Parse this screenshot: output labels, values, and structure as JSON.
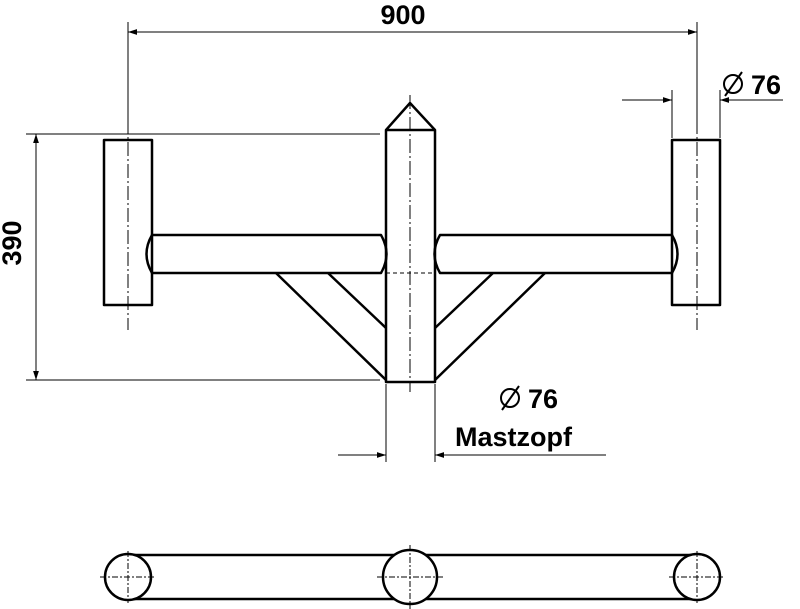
{
  "dimensions": {
    "width": "900",
    "height": "390",
    "diameter_arm": "76",
    "diameter_mast": "76"
  },
  "annotations": {
    "mast_note": "Mastzopf"
  },
  "colors": {
    "line": "#000000",
    "background": "#ffffff"
  },
  "icons": {
    "diameter_symbol": "diameter-icon"
  }
}
